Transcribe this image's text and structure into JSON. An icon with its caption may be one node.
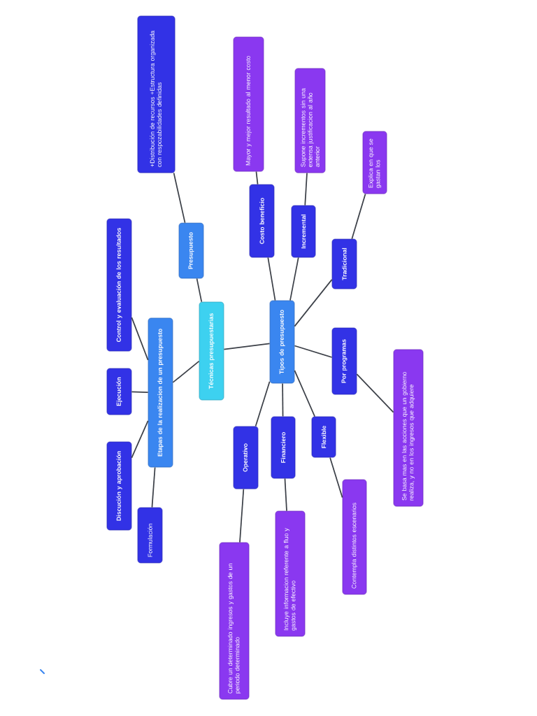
{
  "diagram": {
    "nodes": [
      {
        "text": [
          "Técnicas presupuestarias"
        ]
      },
      {
        "text": [
          "Etapas de la realizacion de  un presupuesto"
        ]
      },
      {
        "text": [
          "Control y evaluación de los resultados"
        ]
      },
      {
        "text": [
          "Ejecución"
        ]
      },
      {
        "text": [
          "Discución y aprobación"
        ]
      },
      {
        "text": [
          "Formulación"
        ]
      },
      {
        "text": [
          "Presupuesto"
        ]
      },
      {
        "text": [
          "+Distribución de recursos +Estructura organizada con respozabilidades definidas"
        ]
      },
      {
        "text": [
          "Tipos de presupuesto"
        ]
      },
      {
        "text": [
          "Costo beneficio"
        ]
      },
      {
        "text": [
          "Mayor y mejor resultado al menor costo"
        ]
      },
      {
        "text": [
          "Incremental"
        ]
      },
      {
        "text": [
          "Supone incrementos sin una extensa justificacion al año anterior"
        ]
      },
      {
        "text": [
          "Tradicional"
        ]
      },
      {
        "text": [
          "Explica en que se gastan los"
        ]
      },
      {
        "text": [
          "Por programas"
        ]
      },
      {
        "text": [
          "Se basa mas en las acciones que un gobierno realiza, y no en los ingresos que adquiere"
        ]
      },
      {
        "text": [
          "Operativo"
        ]
      },
      {
        "text": [
          "Cubre un determinado ingresos y gastos de un periodo determinado"
        ]
      },
      {
        "text": [
          "Financiero"
        ]
      },
      {
        "text": [
          "Incluye informacion referente a fluo y gastos de efectivo"
        ]
      },
      {
        "text": [
          "Flexible"
        ]
      },
      {
        "text": [
          "Contempla distintos escenarios"
        ]
      }
    ],
    "edges": [
      {
        "from": 0,
        "to": 1,
        "arrow": "none"
      },
      {
        "from": 0,
        "to": 6,
        "arrow": "none"
      },
      {
        "from": 0,
        "to": 8,
        "arrow": "none"
      },
      {
        "from": 1,
        "to": 2,
        "arrow": "none"
      },
      {
        "from": 1,
        "to": 3,
        "arrow": "none"
      },
      {
        "from": 1,
        "to": 4,
        "arrow": "none"
      },
      {
        "from": 1,
        "to": 5,
        "arrow": "none"
      },
      {
        "from": 6,
        "to": 7,
        "arrow": "none"
      },
      {
        "from": 8,
        "to": 9,
        "arrow": "none"
      },
      {
        "from": 9,
        "to": 10,
        "arrow": "none"
      },
      {
        "from": 8,
        "to": 11,
        "arrow": "none"
      },
      {
        "from": 11,
        "to": 12,
        "arrow": "none"
      },
      {
        "from": 8,
        "to": 13,
        "arrow": "none"
      },
      {
        "from": 13,
        "to": 14,
        "arrow": "none"
      },
      {
        "from": 8,
        "to": 15,
        "arrow": "none"
      },
      {
        "from": 15,
        "to": 16,
        "arrow": "none"
      },
      {
        "from": 8,
        "to": 17,
        "arrow": "none"
      },
      {
        "from": 17,
        "to": 18,
        "arrow": "none"
      },
      {
        "from": 8,
        "to": 19,
        "arrow": "none"
      },
      {
        "from": 19,
        "to": 20,
        "arrow": "none"
      },
      {
        "from": 8,
        "to": 21,
        "arrow": "none"
      },
      {
        "from": 21,
        "to": 22,
        "arrow": "none"
      }
    ]
  }
}
